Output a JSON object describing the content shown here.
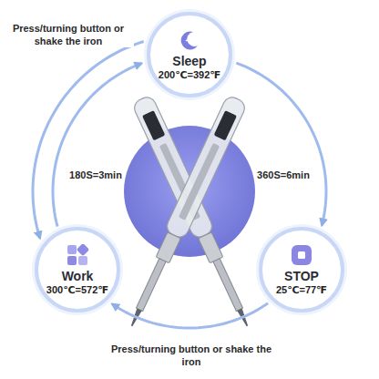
{
  "diagram": {
    "nodes": [
      {
        "text": [
          "Sleep",
          "200℃=392℉"
        ]
      },
      {
        "text": [
          "Work",
          "300℃=572℉"
        ]
      },
      {
        "text": [
          "STOP",
          "25℃=77℉"
        ]
      }
    ],
    "edges": [
      {
        "from": 0,
        "to": 1,
        "arrow": "to",
        "label": "Press/turning button or shake the iron"
      },
      {
        "from": 1,
        "to": 0,
        "arrow": "to",
        "label": "180S=3min"
      },
      {
        "from": 0,
        "to": 2,
        "arrow": "to",
        "label": "360S=6min"
      },
      {
        "from": 2,
        "to": 1,
        "arrow": "to",
        "label": "Press/turning button or shake the iron"
      }
    ]
  }
}
